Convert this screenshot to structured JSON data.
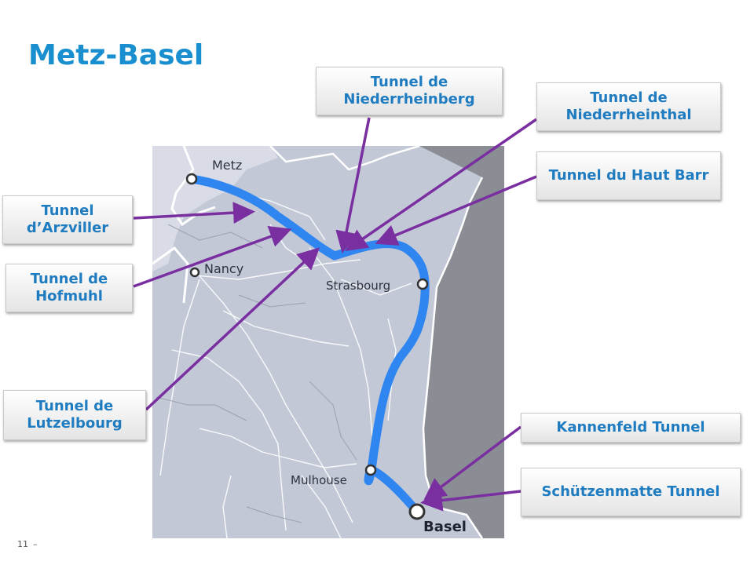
{
  "slide": {
    "title": "Metz-Basel",
    "page_number": "11",
    "page_separator": "–"
  },
  "map": {
    "cities": {
      "metz": "Metz",
      "nancy": "Nancy",
      "strasbourg": "Strasbourg",
      "mulhouse": "Mulhouse",
      "basel": "Basel"
    }
  },
  "callouts": {
    "niederrheinberg": "Tunnel de Niederrheinberg",
    "niederrheinthal": "Tunnel de Niederrheinthal",
    "haut_barr": "Tunnel du Haut Barr",
    "arzviller": "Tunnel d’Arzviller",
    "hofmuhl": "Tunnel de Hofmuhl",
    "lutzelbourg": "Tunnel de Lutzelbourg",
    "kannenfeld": "Kannenfeld Tunnel",
    "schutzenmatte": "Schützenmatte Tunnel"
  },
  "colors": {
    "title": "#1a8fd0",
    "route": "#2f86f0",
    "arrow": "#7a2fa0",
    "callout_text": "#1f7cc0"
  }
}
